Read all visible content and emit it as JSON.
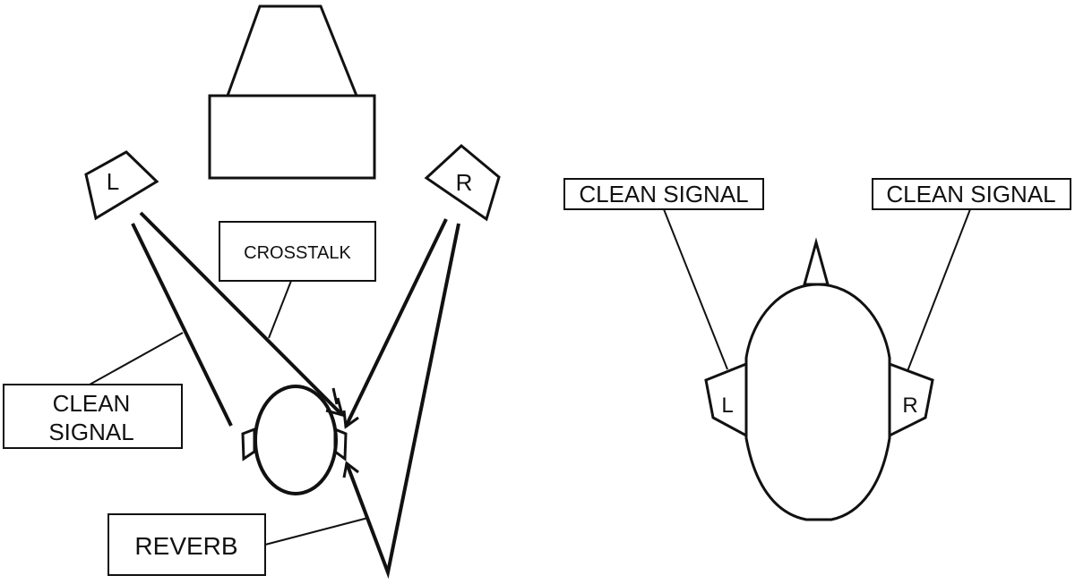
{
  "left_diagram": {
    "speaker_left_label": "L",
    "speaker_right_label": "R",
    "callouts": {
      "crosstalk": "CROSSTALK",
      "clean_signal_line1": "CLEAN",
      "clean_signal_line2": "SIGNAL",
      "reverb": "REVERB"
    }
  },
  "right_diagram": {
    "ear_left_label": "L",
    "ear_right_label": "R",
    "callouts": {
      "clean_signal_left": "CLEAN SIGNAL",
      "clean_signal_right": "CLEAN SIGNAL"
    }
  },
  "colors": {
    "ink": "#111111",
    "background": "#ffffff"
  }
}
